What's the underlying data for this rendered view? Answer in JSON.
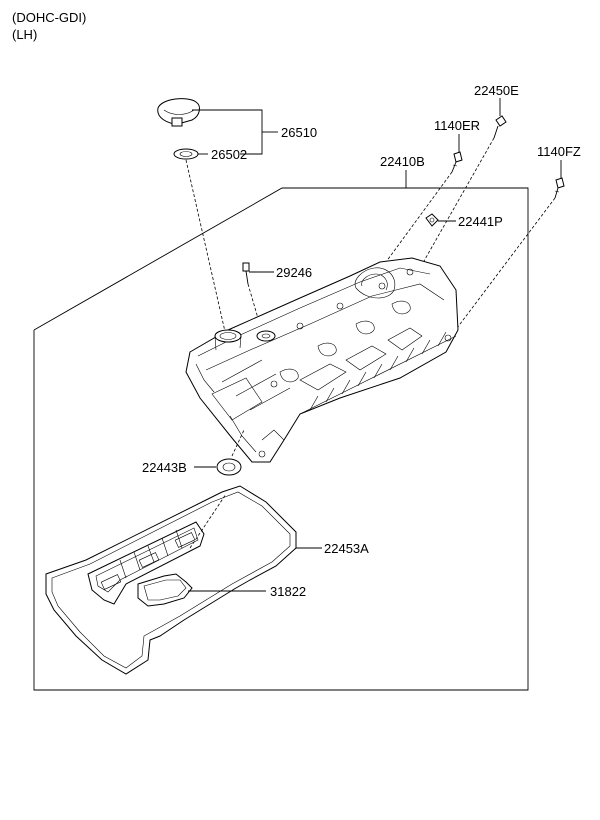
{
  "header": {
    "line1": "(DOHC-GDI)",
    "line2": "(LH)"
  },
  "parts": {
    "p26510": "26510",
    "p26502": "26502",
    "p22450E": "22450E",
    "p1140ER": "1140ER",
    "p1140FZ": "1140FZ",
    "p22410B": "22410B",
    "p22441P": "22441P",
    "p29246": "29246",
    "p22443B": "22443B",
    "p22453A": "22453A",
    "p31822": "31822"
  }
}
